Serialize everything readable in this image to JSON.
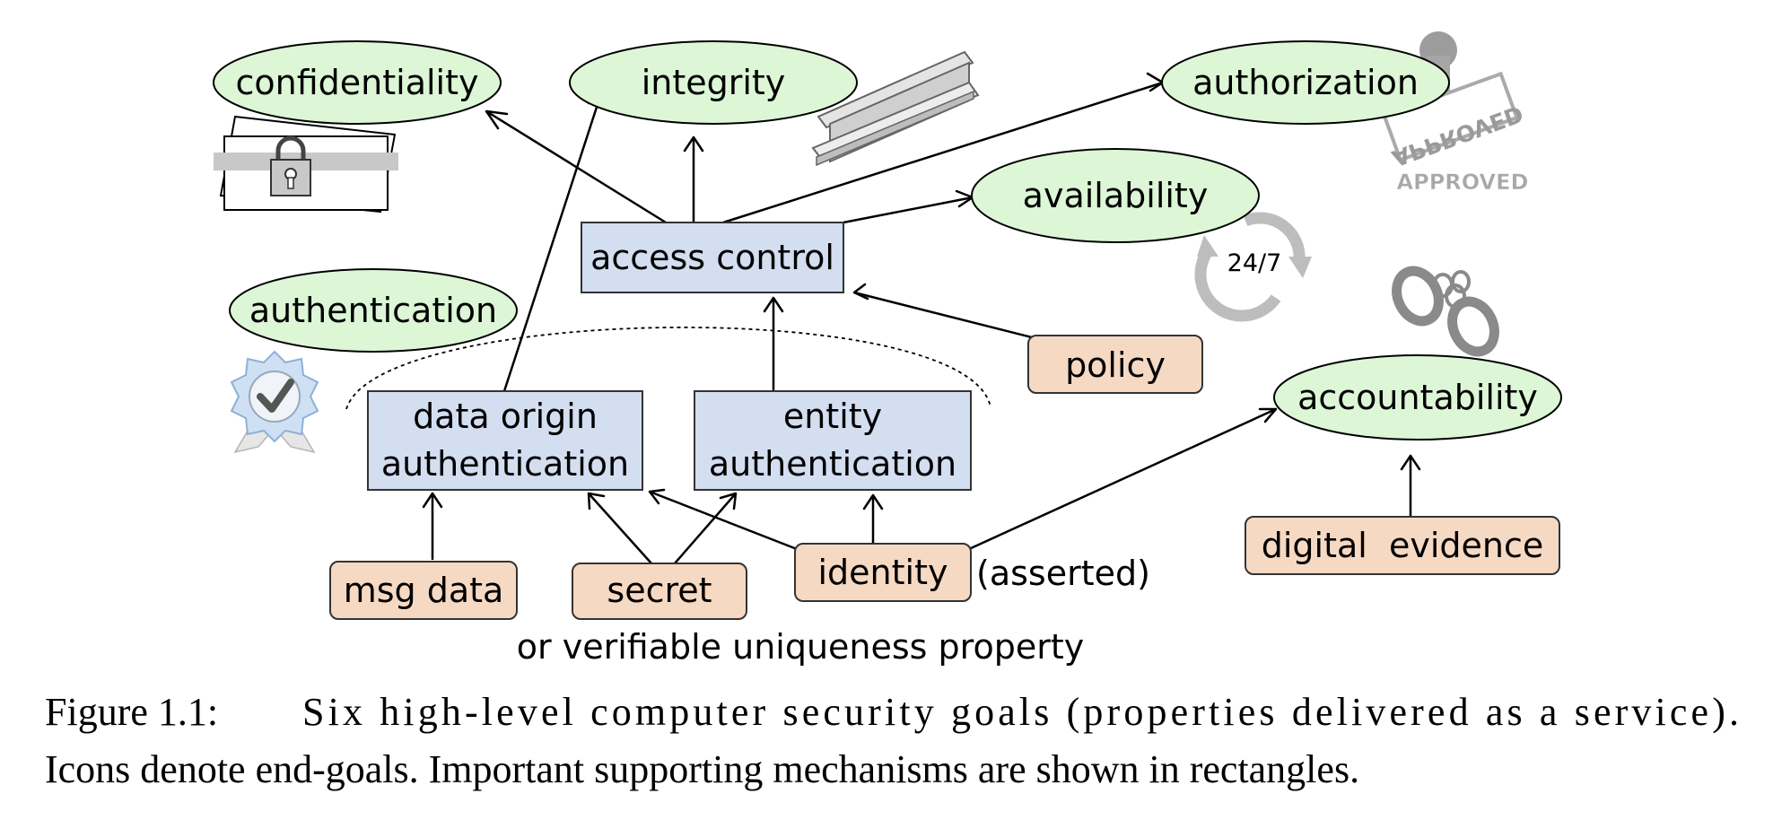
{
  "goals": {
    "confidentiality": "confidentiality",
    "integrity": "integrity",
    "authorization": "authorization",
    "availability": "availability",
    "authentication": "authentication",
    "accountability": "accountability"
  },
  "mechanisms": {
    "access_control": "access control",
    "data_origin_line1": "data origin",
    "data_origin_line2": "authentication",
    "entity_line1": "entity",
    "entity_line2": "authentication"
  },
  "inputs": {
    "policy": "policy",
    "msg_data": "msg data",
    "secret": "secret",
    "identity": "identity",
    "digital_evidence": "digital  evidence"
  },
  "notes": {
    "asserted": "(asserted)",
    "uniqueness": "or verifiable uniqueness property"
  },
  "icons": {
    "availability_badge": "24/7",
    "approved_stamp": "APPROVED",
    "approved_label": "APPROVED"
  },
  "caption": {
    "line1_label": "Figure 1.1:",
    "line1_text": "Six high-level computer security goals (properties delivered as a service).",
    "line2": "Icons denote end-goals. Important supporting mechanisms are shown in rectangles."
  },
  "colors": {
    "goal_fill": "#dcf6d6",
    "mechanism_fill": "#d3def0",
    "input_fill": "#f6d9c3"
  }
}
